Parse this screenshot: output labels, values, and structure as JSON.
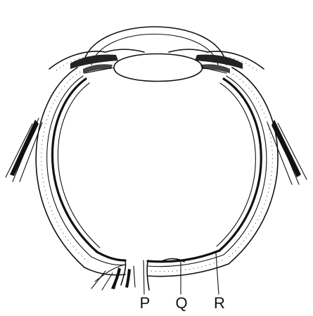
{
  "labels": {
    "p": "P",
    "q": "Q",
    "r": "R"
  },
  "colors": {
    "ink": "#111111",
    "background": "#ffffff"
  }
}
